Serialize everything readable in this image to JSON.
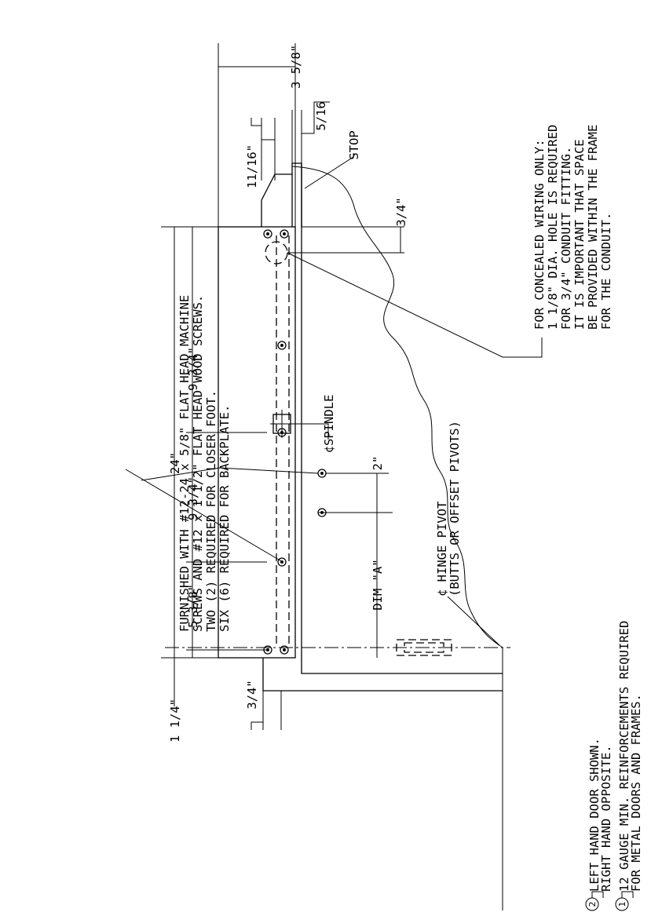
{
  "dimensions": {
    "d_1_1_4": "1 1/4\"",
    "d_5_3_8": "5 3/8\"",
    "d_9_3_4_a": "9 3/4\"",
    "d_9_3_4_b": "9 3/4\"",
    "d_24": "24\"",
    "d_3_4_bottom": "3/4\"",
    "d_3_4_right": "3/4\"",
    "d_2": "2\"",
    "d_dim_a": "DIM \"A\"",
    "d_3_5_8": "3 5/8\"",
    "d_11_16": "11/16\"",
    "d_5_16": "5/16"
  },
  "labels": {
    "spindle": "¢SPINDLE",
    "stop": "STOP",
    "hinge_line1": "¢ HINGE PIVOT",
    "hinge_line2": "(BUTTS OR OFFSET PIVOTS)"
  },
  "notes": {
    "screws": [
      "FURNISHED WITH #12-24 x 5/8\" FLAT HEAD MACHINE",
      "SCREWS AND #12 x 1 1/2\" FLAT HEAD WOOD SCREWS.",
      "TWO (2) REQUIRED FOR CLOSER FOOT.",
      "SIX (6) REQUIRED FOR BACKPLATE."
    ],
    "concealed": [
      "FOR CONCEALED WIRING ONLY:",
      "1 1/8\" DIA. HOLE IS REQUIRED",
      "FOR 3/4\" CONDUIT FITTING.",
      "IT IS IMPORTANT THAT SPACE",
      "BE PROVIDED WITHIN THE FRAME",
      "FOR THE CONDUIT."
    ],
    "note2_number": "2",
    "note2": [
      "LEFT HAND DOOR SHOWN.",
      "RIGHT HAND OPPOSITE."
    ],
    "note1_number": "1",
    "note1": [
      "12 GAUGE MIN. REINFORCEMENTS REQUIRED",
      "FOR METAL DOORS AND FRAMES."
    ]
  }
}
